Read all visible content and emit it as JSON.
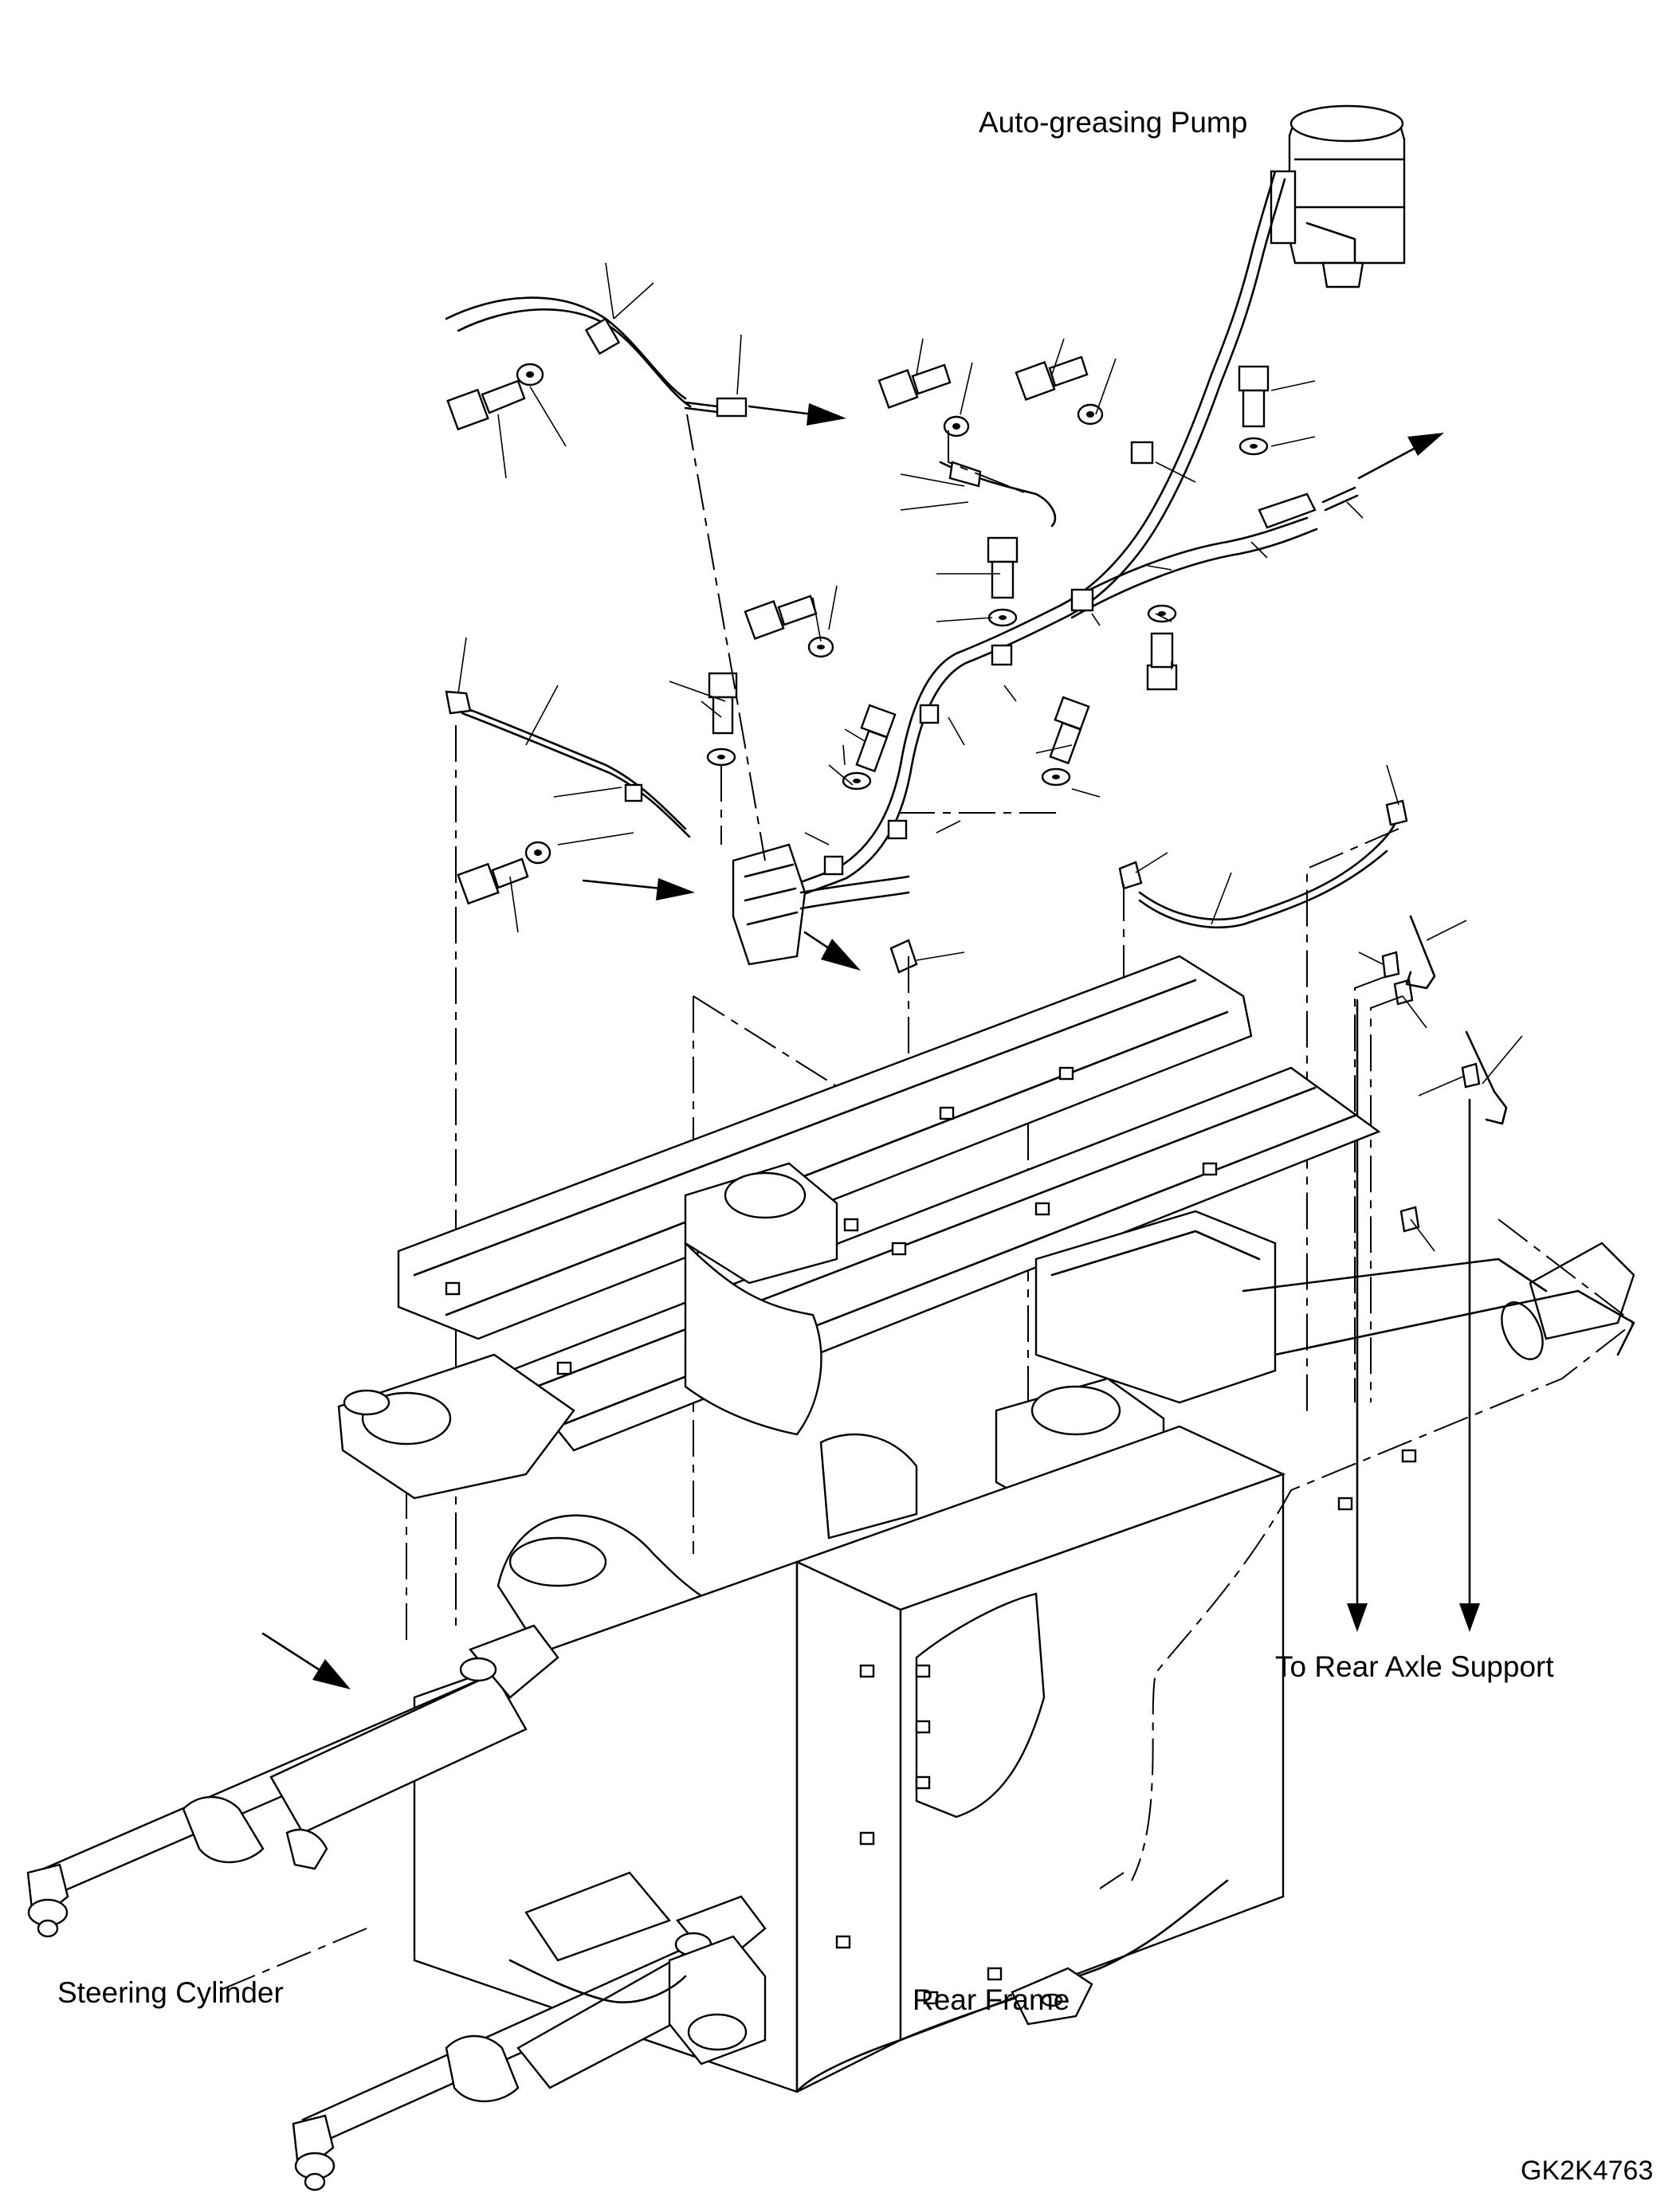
{
  "labels": {
    "pump": "Auto-greasing Pump",
    "rear_axle": "To Rear Axle Support",
    "steering": "Steering Cylinder",
    "frame": "Rear Frame",
    "code": "GK2K4763"
  },
  "colors": {
    "ink": "#000000",
    "paper": "#ffffff"
  }
}
